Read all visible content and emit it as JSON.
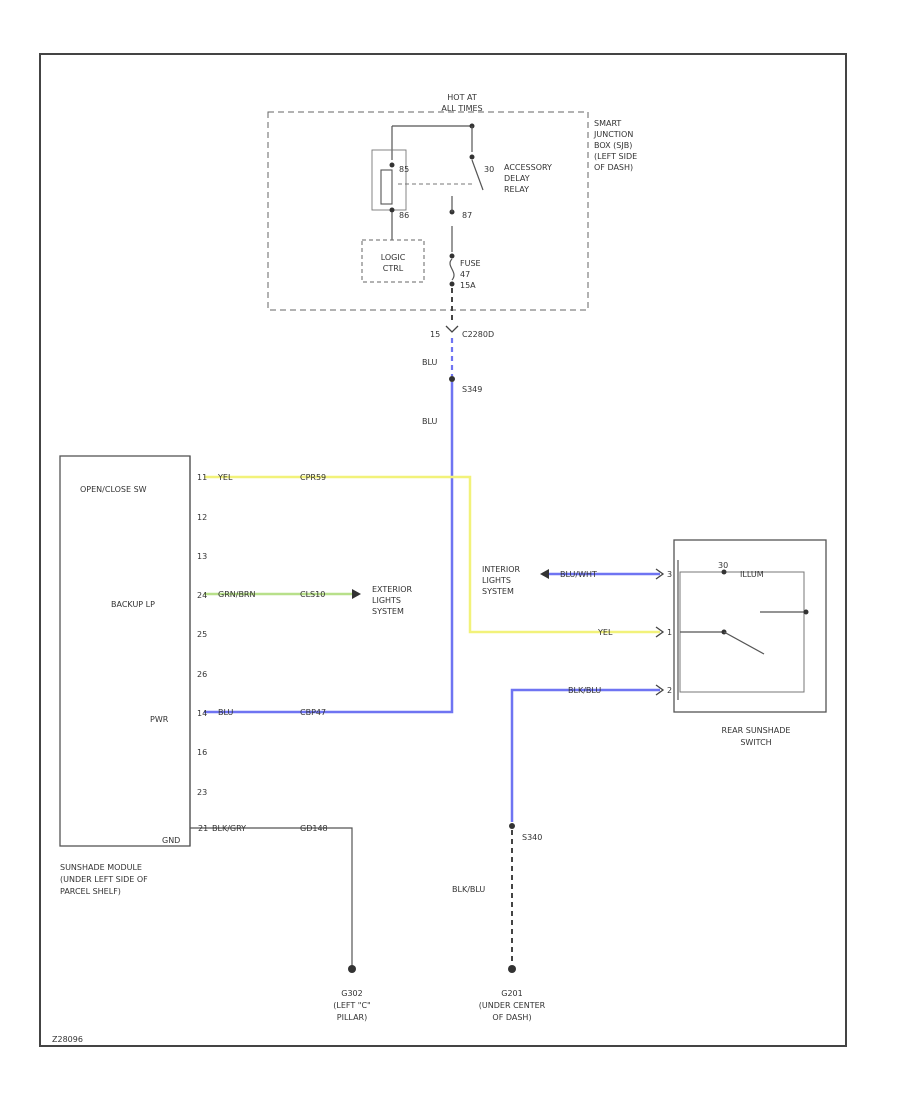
{
  "colors": {
    "yellow_wire": "#f2f27a",
    "blue_wire": "#6f74f2",
    "green_wire": "#b8e08a",
    "black_wire": "#555555"
  },
  "junction_box": {
    "hot_label": [
      "HOT AT",
      "ALL TIMES"
    ],
    "name": [
      "SMART",
      "JUNCTION",
      "BOX (SJB)",
      "(LEFT SIDE",
      "OF DASH)"
    ],
    "relay_pins": [
      "85",
      "30",
      "86",
      "87"
    ],
    "relay_label": [
      "ACCESSORY",
      "DELAY",
      "RELAY"
    ],
    "logic_label": [
      "LOGIC",
      "CTRL"
    ],
    "fuse_label": [
      "FUSE",
      "47",
      "15A"
    ]
  },
  "connector_top": {
    "pin": "15",
    "name": "C2280D"
  },
  "wire_blu_1": "BLU",
  "splice_top": "S349",
  "wire_blu_2": "BLU",
  "module": {
    "pins": [
      {
        "label": "OPEN/CLOSE SW",
        "num": "11"
      },
      {
        "label": "",
        "num": "12"
      },
      {
        "label": "",
        "num": "13"
      },
      {
        "label": "BACKUP LP",
        "num": "24"
      },
      {
        "label": "",
        "num": "25"
      },
      {
        "label": "",
        "num": "26"
      },
      {
        "label": "PWR",
        "num": "14"
      },
      {
        "label": "",
        "num": "16"
      },
      {
        "label": "",
        "num": "23"
      }
    ],
    "gnd": "GND",
    "caption": [
      "SUNSHADE MODULE",
      "(UNDER LEFT SIDE OF",
      "PARCEL SHELF)"
    ]
  },
  "wires_left": {
    "yel": "YEL",
    "yel_circuit": "CPR59",
    "grn": "GRN/BRN",
    "grn_circuit": "CLS10",
    "blu": "BLU",
    "blu_circuit": "CBP47",
    "gnd_pin": "21",
    "gnd_color": "BLK/GRY",
    "gnd_circuit": "GD148"
  },
  "exterior": [
    "EXTERIOR",
    "LIGHTS",
    "SYSTEM"
  ],
  "interior": [
    "INTERIOR",
    "LIGHTS",
    "SYSTEM"
  ],
  "wires_right": {
    "top": "BLU/WHT",
    "mid": "YEL",
    "bottom": "BLK/BLU",
    "pin_top": "3",
    "pin_mid": "1",
    "pin_bottom": "2"
  },
  "switch": {
    "inner_label": "ILLUM",
    "inner_pin": "30",
    "caption": [
      "REAR SUNSHADE",
      "SWITCH"
    ]
  },
  "splice_right": "S340",
  "wire_blkblu": "BLK/BLU",
  "ground_left": [
    "G302",
    "(LEFT \"C\"",
    "PILLAR)"
  ],
  "ground_right": [
    "G201",
    "(UNDER CENTER",
    "OF DASH)"
  ],
  "diagram_id": "Z28096"
}
